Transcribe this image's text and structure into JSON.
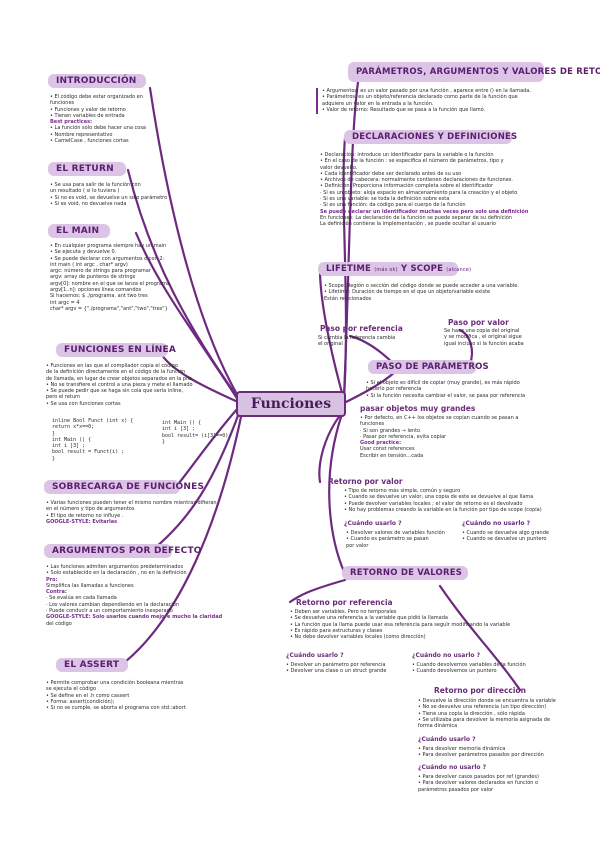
{
  "center": "Funciones",
  "introduccion": {
    "title": "INTRODUCCIÓN",
    "lines": [
      "• El código debe estar organizado en",
      "funciones",
      "• Funciones y valor de retorno",
      "• Tienen variables de entrada",
      "Best practices:",
      " • La función sólo debe hacer una cosa",
      " • Nombre representativo",
      " • CamelCase , funciones cortas"
    ]
  },
  "return": {
    "title": "EL RETURN",
    "lines": [
      "• Se usa para salir de la función con",
      "un resultado ( si lo tuviera )",
      " • Si no es void, se devuelve un solo parámetro",
      " • Si es void, no devuelve nada"
    ]
  },
  "main": {
    "title": "EL MAIN",
    "lines": [
      "• En cualquier programa siempre hay un main",
      "• Se ejecuta y devuelve 0.",
      "• Se puede declarar con argumentos o con 2:",
      "  int main ( int argc , char* argv)",
      "  argc: número de strings para programar",
      "  argv: array de punteros de strings",
      "  argv[0]: nombre en el que se lanza el programa",
      "  argv[1..n]: opciones línea comandos",
      "",
      "Si hacemos:  $ ./programa. ant two tres",
      "int argc = 4",
      "char* argv = {\"./programa\",\"ant\",\"two\",\"tres\"}"
    ]
  },
  "linea": {
    "title": "FUNCIONES EN LÍNEA",
    "lines": [
      "• Funciones en las que el compilador copia el código",
      "de la definición directamente en el código de la función",
      "de llamada, en lugar de crear objetos separados en la pila.",
      "• No se transfiere el control a una pieza y mete el llamado",
      "• Se puede pedir que se haga sin cola que sería inline,",
      "pero el return",
      "• Se usa con funciones cortas"
    ],
    "code_left": [
      "inline Bool Funct (int x) {",
      "  return  x*x==0;",
      "}",
      "int Main () {",
      "  int i [3] ;",
      "  bool result = Funct(i) ;",
      "}"
    ],
    "code_right": [
      "int Main () {",
      "  int i [3] ;",
      "  bool result= (i[3]==0);",
      "}"
    ]
  },
  "sobrecarga": {
    "title": "SOBRECARGA DE FUNCIONES",
    "lines": [
      "• Varias funciones pueden tener el mismo nombre mientras difieran",
      "en el número y tipo de argumentos",
      "• El tipo de retorno no influye .",
      "GOOGLE-STYLE: Evitarlas"
    ]
  },
  "defecto": {
    "title": "ARGUMENTOS POR DEFECTO",
    "lines": [
      "• Las funciones admiten argumentos predeterminados",
      "• Solo establecido en la declaración , no en la definición",
      "Pro:",
      " Simplifica las llamadas a funciones",
      "Contra:",
      " · Se evalúa en cada llamada",
      " · Los valores cambian dependiendo en la declaración",
      " · Puede conducir a un comportamiento inesperado",
      "GOOGLE-STYLE: Solo usarlos cuando mejore mucho la claridad",
      "                del código"
    ]
  },
  "assert": {
    "title": "EL ASSERT",
    "lines": [
      "• Permite comprobar una condición booleana mientras",
      "  se ejecuta el código",
      "  • Se define en el .h como cassert",
      "  • Forma: assert(condición);",
      "  • Si no se cumple, se aborta el programa con std::abort"
    ]
  },
  "parametros": {
    "title": "PARÁMETROS, ARGUMENTOS Y VALORES DE RETORNO",
    "lines": [
      "• Argumentos: es un valor pasado por una función , aparece entre () en la llamada.",
      "• Parámetros: es un objeto/referencia declarado como parte de la función que",
      "      adquiere un valor en la entrada a la función.",
      "• Valor de retorno: Resultado que se pasa a la función que llamó."
    ]
  },
  "declaraciones": {
    "title": "DECLARACIONES Y DEFINICIONES",
    "lines": [
      "• Declaración: introduce un identificador para la variable o la función",
      "  • En el caso de la función : se especifica el número de parámetros, tipo y",
      "    valor devuelto.",
      "  • Cada identificador debe ser declarado antes de su uso",
      "  • Archivos de cabecera: normalmente contienen declaraciones de funciones.",
      "",
      "• Definición: Proporciona información completa sobre el identificador",
      "  · Si es un objeto: aloja espacio en almacenamiento para la creación y el objeto",
      "  · Si es una variable: se toda la definición sobre esta",
      "  · Si es una función: da código para el cuerpo de la función",
      "Se puede declarar un identificador muchas veces pero solo una definición",
      "",
      "En funciones: La declaración de la función se puede separar de su definición",
      "La definición contiene la implementación , se puede ocultar al usuario"
    ]
  },
  "lifetime": {
    "title": "LIFETIME",
    "title_mid": "(más ok)",
    "title_b": "Y SCOPE",
    "title_tag": "(alcance)",
    "lines": [
      "• Scope: Región o sección del código donde se puede acceder a una variable.",
      "• Lifetime: Duración de tiempo en el que un objeto/variable existe",
      "Están relacionados"
    ]
  },
  "paso": {
    "title": "PASO DE PARÁMETROS",
    "ref_title": "Paso por referencia",
    "ref_lines": [
      "Si cambia la referencia cambia",
      "el original"
    ],
    "val_title": "Paso por valor",
    "val_lines": [
      "Se hace una copia del original",
      "y se modifica , el original sigue",
      "igual incluso si la función acaba"
    ],
    "lines": [
      "• Si el objeto es difícil de copiar (muy grande), es más rápido",
      "  hacerlo por referencia",
      "• Si la función necesita cambiar el valor, se pasa por referencia"
    ],
    "big_title": "pasar objetos muy grandes",
    "big_lines": [
      "• Por defecto, en C++ los objetos se copian cuando se pasan a",
      "  funciones",
      "  · Si son grandes → lento",
      "  · Pasar por referencia, evita copiar",
      "Good practice:",
      "  Usar const references",
      "  Escribir en tensión...cada"
    ]
  },
  "retvalor": {
    "title": "Retorno por valor",
    "lines": [
      "• Tipo de retorno más simple, común y seguro",
      "• Cuando se devuelve un valor, una copia de este se devuelve al que llama",
      "• Puede devolver variables locales ; el valor de retorno es el devolvado",
      "• No hay problemas creando la variable en la función por tipo de scope (copia)"
    ],
    "when_a": "¿Cuándo usarlo ?",
    "when_a_lines": [
      "• Devolver valores de variables función",
      "• Cuando es parámetro se pasan",
      "  por valor"
    ],
    "when_b": "¿Cuándo no usarlo ?",
    "when_b_lines": [
      "• Cuando se devuelve algo grande",
      "• Cuando se devuelve un puntero"
    ]
  },
  "retornovalores": {
    "title": "RETORNO DE VALORES",
    "ref_title": "Retorno por referencia",
    "ref_lines": [
      "• Deben ser variables. Pero no temporales",
      "• Se devuelve una referencia a la variable que pidió la llamada",
      "• La función que la llama puede usar esa referencia para seguir modificando la variable",
      "• Es rápido para estructuras y clases",
      "• No debe devolver variables locales (como dirección)"
    ],
    "when_a": "¿Cuándo usarlo ?",
    "when_a_lines": [
      "• Devolver un parámetro por referencia",
      "• Devolver una clase o un struct grande"
    ],
    "when_b": "¿Cuándo no usarlo ?",
    "when_b_lines": [
      "• Cuando devolvemos variables de la función",
      "• Cuando devolvemos un puntero"
    ],
    "dir_title": "Retorno por dirección",
    "dir_lines": [
      "• Devuelve la dirección donde se encuentra la variable",
      "• No se devuelve una referencia (un tipo dirección)",
      "• Tiene una copia la dirección , sólo rápida",
      "• Se utilizaba para devolver la memoria asignada de",
      "  forma dinámica"
    ],
    "dir_when_a": "¿Cuándo usarlo ?",
    "dir_when_a_lines": [
      "• Para devolver memoria dinámica",
      "• Para devolver parámetros pasados por dirección"
    ],
    "dir_when_b": "¿Cuándo no usarlo ?",
    "dir_when_b_lines": [
      "• Para devolver casos pasados por ref (grandes)",
      "• Para devolver valores declarados en función o",
      "  parámetros pasados por valor"
    ]
  }
}
